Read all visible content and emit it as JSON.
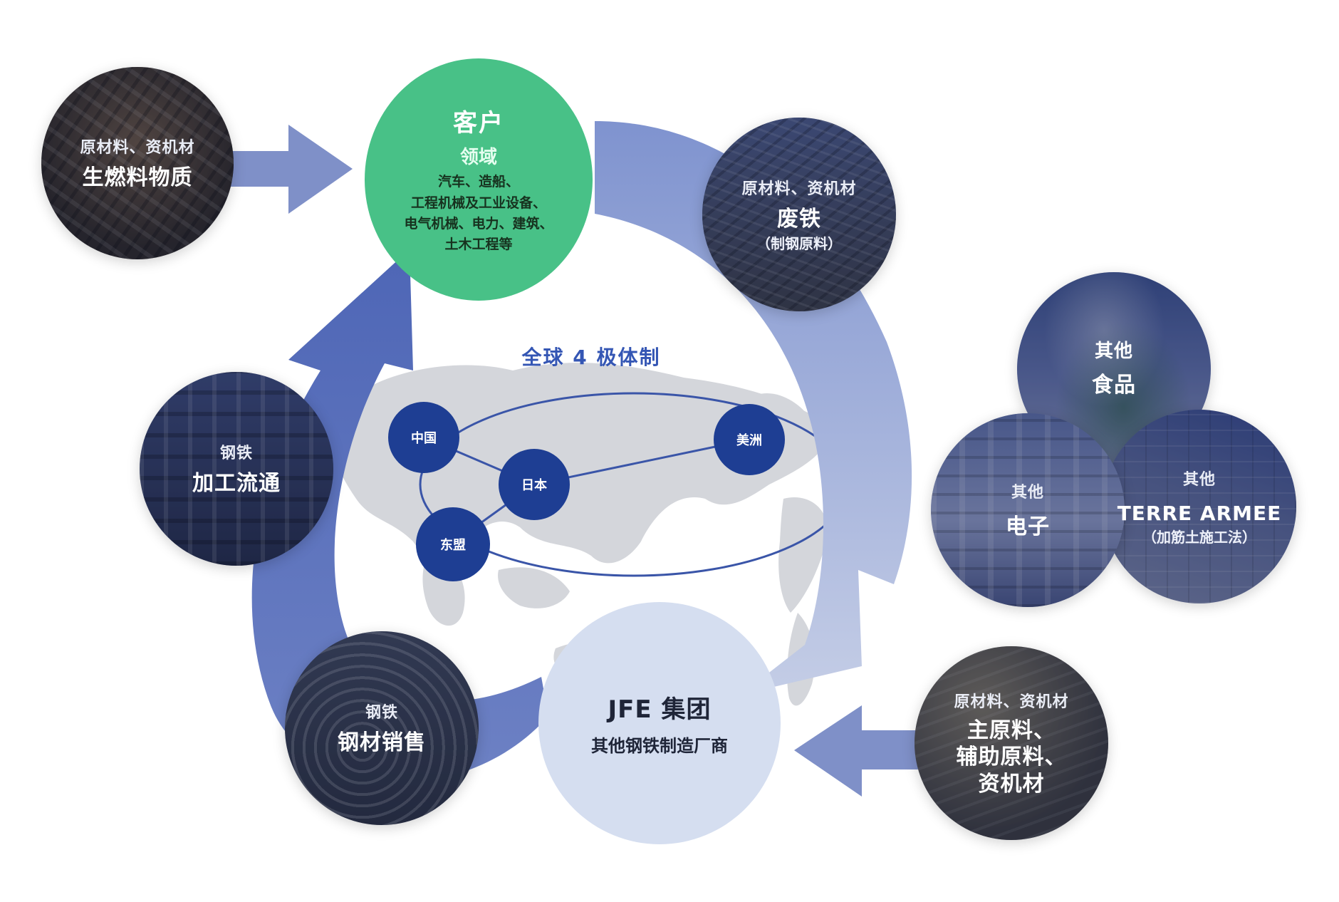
{
  "center": {
    "title": "全球 4 极体制",
    "regions": [
      "中国",
      "日本",
      "美洲",
      "东盟"
    ]
  },
  "customer": {
    "title": "客户",
    "field_label": "领域",
    "fields": [
      "汽车、造船、",
      "工程机械及工业设备、",
      "电气机械、电力、建筑、",
      "土木工程等"
    ]
  },
  "jfe": {
    "title": "JFE 集团",
    "subtitle": "其他钢铁制造厂商"
  },
  "nodes": {
    "biofuel": {
      "category": "原材料、资机材",
      "name": "生燃料物质"
    },
    "scrap": {
      "category": "原材料、资机材",
      "name": "废铁",
      "note": "（制钢原料）"
    },
    "food": {
      "category": "其他",
      "name": "食品"
    },
    "electronics": {
      "category": "其他",
      "name": "电子"
    },
    "terre": {
      "category": "其他",
      "name": "TERRE ARMEE",
      "note": "（加筋土施工法）"
    },
    "raw": {
      "category": "原材料、资机材",
      "lines": [
        "主原料、",
        "辅助原料、",
        "资机材"
      ]
    },
    "sales": {
      "category": "钢铁",
      "name": "钢材销售"
    },
    "processing": {
      "category": "钢铁",
      "name": "加工流通"
    }
  },
  "colors": {
    "arrow_blue": "#5a72be",
    "arrow_light": "#a3b2dc",
    "customer_green": "#48c187",
    "jfe_light": "#d5def0",
    "node_blue": "#1e3e93",
    "map_gray": "#d4d6db",
    "title_blue": "#3456b4"
  }
}
